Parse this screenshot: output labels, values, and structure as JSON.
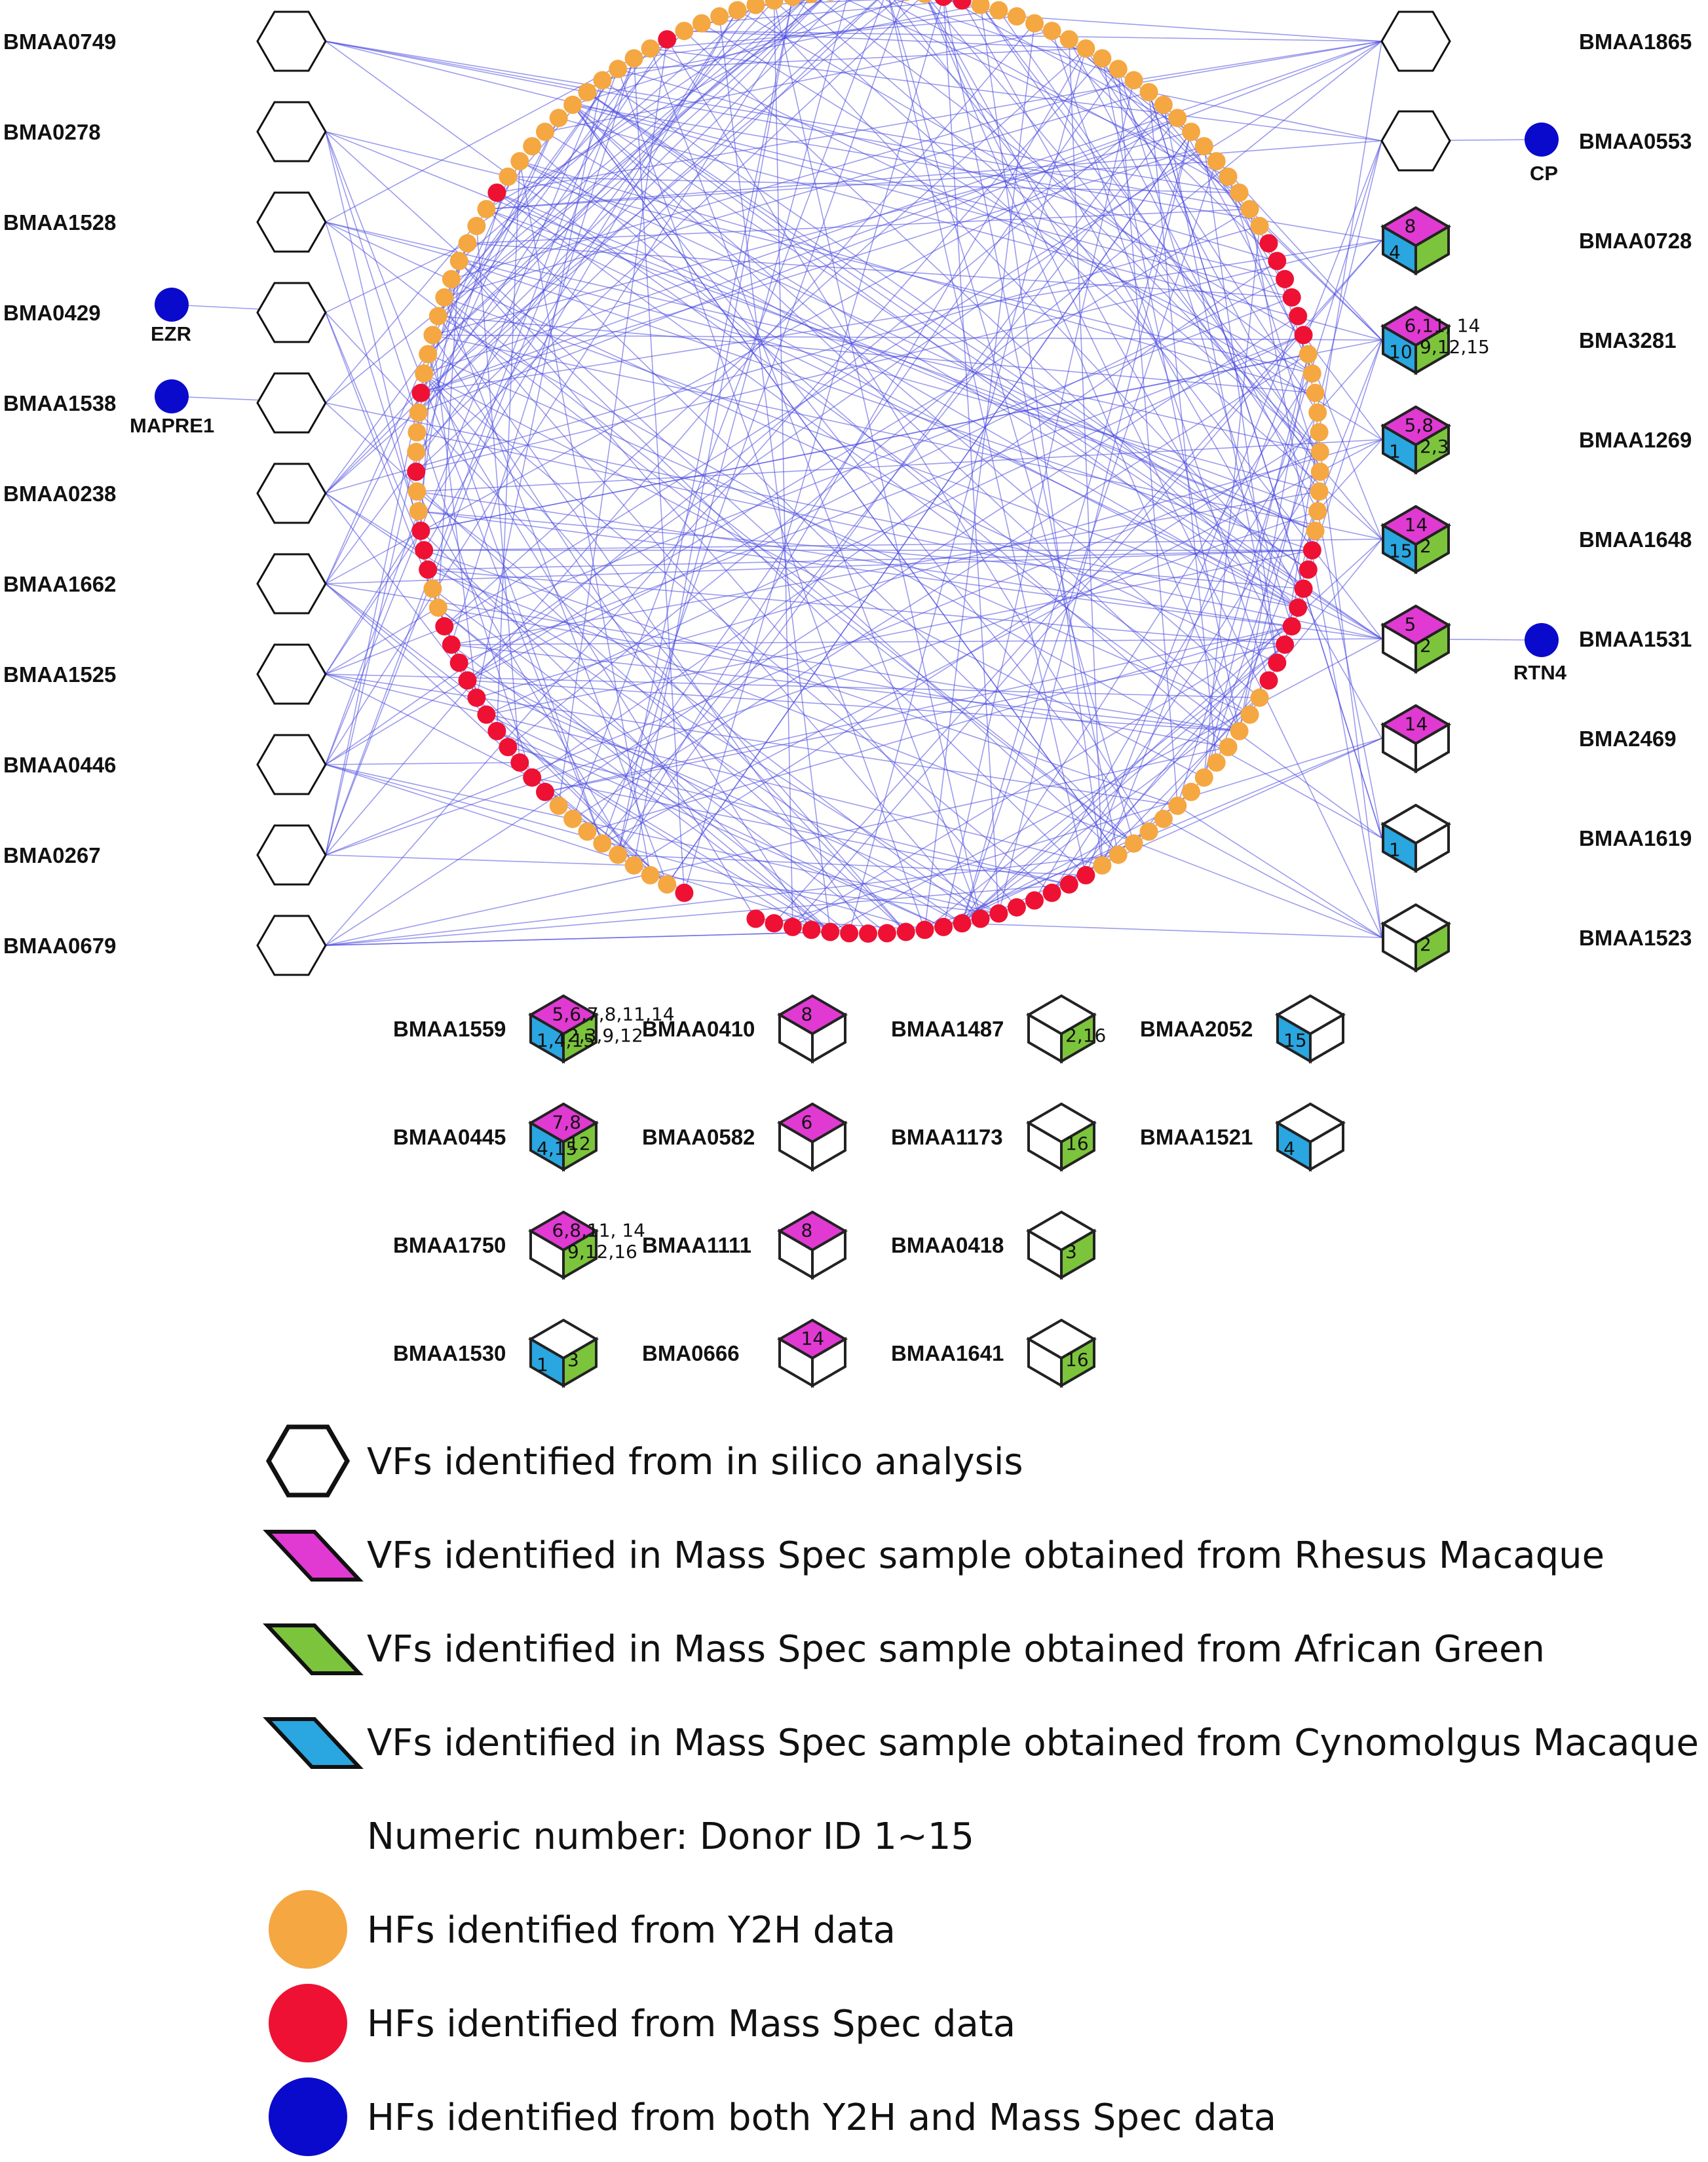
{
  "colors": {
    "edge": "#4a4ae0",
    "y2h": "#f5a742",
    "mass_spec": "#ee1133",
    "both": "#0a0acc",
    "rhesus": "#e03ad2",
    "african_green": "#7cc43c",
    "cynomolgus": "#2aa6e0"
  },
  "left_vfs": [
    "BMAA0749",
    "BMA0278",
    "BMAA1528",
    "BMA0429",
    "BMAA1538",
    "BMAA0238",
    "BMAA1662",
    "BMAA1525",
    "BMAA0446",
    "BMA0267",
    "BMAA0679"
  ],
  "right_vfs": [
    {
      "id": "BMAA1865",
      "rhesus": "",
      "cyno": "",
      "green": ""
    },
    {
      "id": "BMAA0553",
      "rhesus": "",
      "cyno": "",
      "green": ""
    },
    {
      "id": "BMAA0728",
      "rhesus": "8",
      "cyno": "4",
      "green": "",
      "green_fill": true
    },
    {
      "id": "BMA3281",
      "rhesus": "6,11, 14",
      "cyno": "10",
      "green": "9,12,15",
      "green_fill": true
    },
    {
      "id": "BMAA1269",
      "rhesus": "5,8",
      "cyno": "1",
      "green": "2,3",
      "green_fill": true
    },
    {
      "id": "BMAA1648",
      "rhesus": "14",
      "cyno": "15",
      "green": "2",
      "green_fill": true
    },
    {
      "id": "BMAA1531",
      "rhesus": "5",
      "cyno": "",
      "green": "2",
      "green_fill": true
    },
    {
      "id": "BMA2469",
      "rhesus": "14",
      "cyno": "",
      "green": ""
    },
    {
      "id": "BMAA1619",
      "rhesus": "",
      "cyno": "1",
      "green": ""
    },
    {
      "id": "BMAA1523",
      "rhesus": "",
      "cyno": "",
      "green": "2",
      "green_fill": true
    }
  ],
  "hf_blue": [
    {
      "name": "EZR",
      "vf": "BMA0429"
    },
    {
      "name": "MAPRE1",
      "vf": "BMAA1538"
    },
    {
      "name": "CP",
      "vf": "BMAA0553"
    },
    {
      "name": "RTN4",
      "vf": "BMAA1531"
    }
  ],
  "grid_vfs": [
    {
      "id": "BMAA1559",
      "rhesus": "5,6,7,8,11,14",
      "cyno": "1,4,15",
      "green": "2,3,9,12"
    },
    {
      "id": "BMAA0410",
      "rhesus": "8",
      "cyno": "",
      "green": ""
    },
    {
      "id": "BMAA1487",
      "rhesus": "",
      "cyno": "",
      "green": "2,16"
    },
    {
      "id": "BMAA2052",
      "rhesus": "",
      "cyno": "15",
      "green": ""
    },
    {
      "id": "BMAA0445",
      "rhesus": "7,8",
      "cyno": "4,15",
      "green": "12"
    },
    {
      "id": "BMAA0582",
      "rhesus": "6",
      "cyno": "",
      "green": ""
    },
    {
      "id": "BMAA1173",
      "rhesus": "",
      "cyno": "",
      "green": "16"
    },
    {
      "id": "BMAA1521",
      "rhesus": "",
      "cyno": "4",
      "green": ""
    },
    {
      "id": "BMAA1750",
      "rhesus": "6,8,11, 14",
      "cyno": "",
      "green": "9,12,16"
    },
    {
      "id": "BMAA1111",
      "rhesus": "8",
      "cyno": "",
      "green": ""
    },
    {
      "id": "BMAA0418",
      "rhesus": "",
      "cyno": "",
      "green": "3"
    },
    {
      "id": "BMAA1530",
      "rhesus": "",
      "cyno": "1",
      "green": "3"
    },
    {
      "id": "BMA0666",
      "rhesus": "14",
      "cyno": "",
      "green": ""
    },
    {
      "id": "BMAA1641",
      "rhesus": "",
      "cyno": "",
      "green": "16"
    }
  ],
  "legend": [
    {
      "key": "in_silico",
      "text": "VFs identified from in silico analysis"
    },
    {
      "key": "rhesus",
      "text": "VFs identified in Mass Spec sample obtained from Rhesus Macaque"
    },
    {
      "key": "african_green",
      "text": "VFs identified in Mass Spec sample obtained from African Green"
    },
    {
      "key": "cynomolgus",
      "text": "VFs identified in Mass Spec sample obtained from Cynomolgus Macaque"
    },
    {
      "key": "donor",
      "text": "Numeric number: Donor ID 1~15"
    },
    {
      "key": "y2h",
      "text": "HFs identified from Y2H data"
    },
    {
      "key": "mass_spec",
      "text": "HFs identified from Mass Spec data"
    },
    {
      "key": "both",
      "text": "HFs identified from both Y2H and Mass Spec data"
    }
  ]
}
